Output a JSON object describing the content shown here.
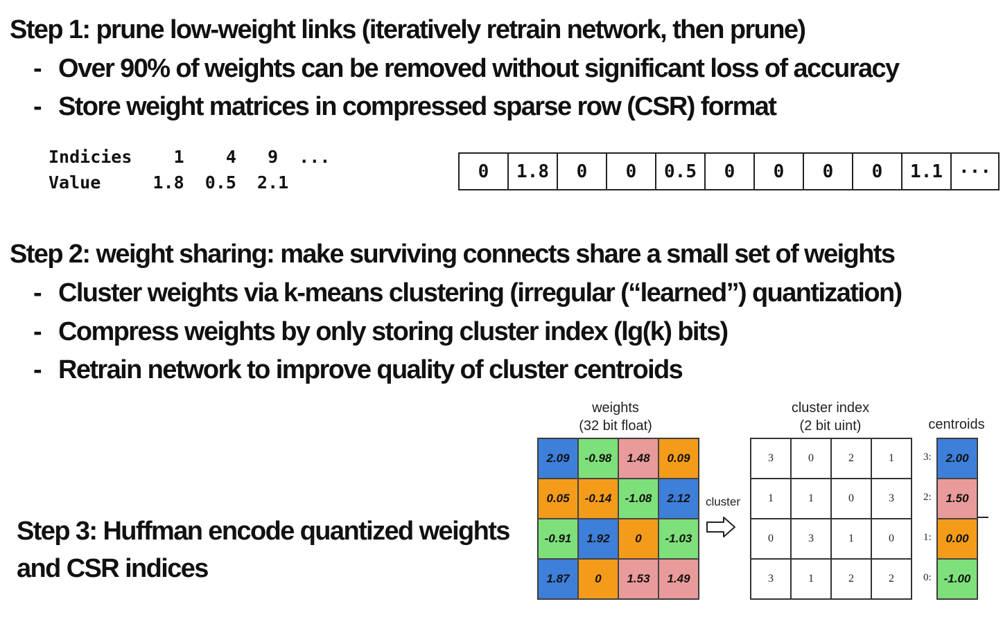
{
  "step1": {
    "heading": "Step 1: prune low-weight links (iteratively retrain network, then prune)",
    "bullets": [
      "Over 90% of weights can be removed without significant loss of accuracy",
      "Store weight matrices in compressed sparse row (CSR) format"
    ],
    "csr_table": {
      "indices_row": "Indicies    1    4   9  ...",
      "values_row": "Value     1.8  0.5  2.1"
    },
    "dense_row": [
      "0",
      "1.8",
      "0",
      "0",
      "0.5",
      "0",
      "0",
      "0",
      "0",
      "1.1",
      "···"
    ]
  },
  "step2": {
    "heading": "Step 2: weight sharing: make surviving connects share a small set of weights",
    "bullets": [
      "Cluster weights via k-means clustering (irregular (“learned”) quantization)",
      "Compress weights by only storing cluster index (lg(k) bits)",
      "Retrain network to improve quality of cluster centroids"
    ]
  },
  "step3": {
    "line1": "Step 3: Huffman encode quantized weights",
    "line2": "and CSR indices"
  },
  "diagram": {
    "weights_caption_1": "weights",
    "weights_caption_2": "(32 bit float)",
    "index_caption_1": "cluster index",
    "index_caption_2": "(2 bit uint)",
    "centroids_caption": "centroids",
    "arrow_label": "cluster",
    "cluster_colors": {
      "3": "#3d7fd9",
      "2": "#e99a9a",
      "1": "#f59b1a",
      "0": "#7ee07a"
    },
    "weights": [
      [
        "2.09",
        "-0.98",
        "1.48",
        "0.09"
      ],
      [
        "0.05",
        "-0.14",
        "-1.08",
        "2.12"
      ],
      [
        "-0.91",
        "1.92",
        "0",
        "-1.03"
      ],
      [
        "1.87",
        "0",
        "1.53",
        "1.49"
      ]
    ],
    "indices": [
      [
        "3",
        "0",
        "2",
        "1"
      ],
      [
        "1",
        "1",
        "0",
        "3"
      ],
      [
        "0",
        "3",
        "1",
        "0"
      ],
      [
        "3",
        "1",
        "2",
        "2"
      ]
    ],
    "centroids": [
      {
        "label": "3:",
        "value": "2.00"
      },
      {
        "label": "2:",
        "value": "1.50"
      },
      {
        "label": "1:",
        "value": "0.00"
      },
      {
        "label": "0:",
        "value": "-1.00"
      }
    ]
  }
}
